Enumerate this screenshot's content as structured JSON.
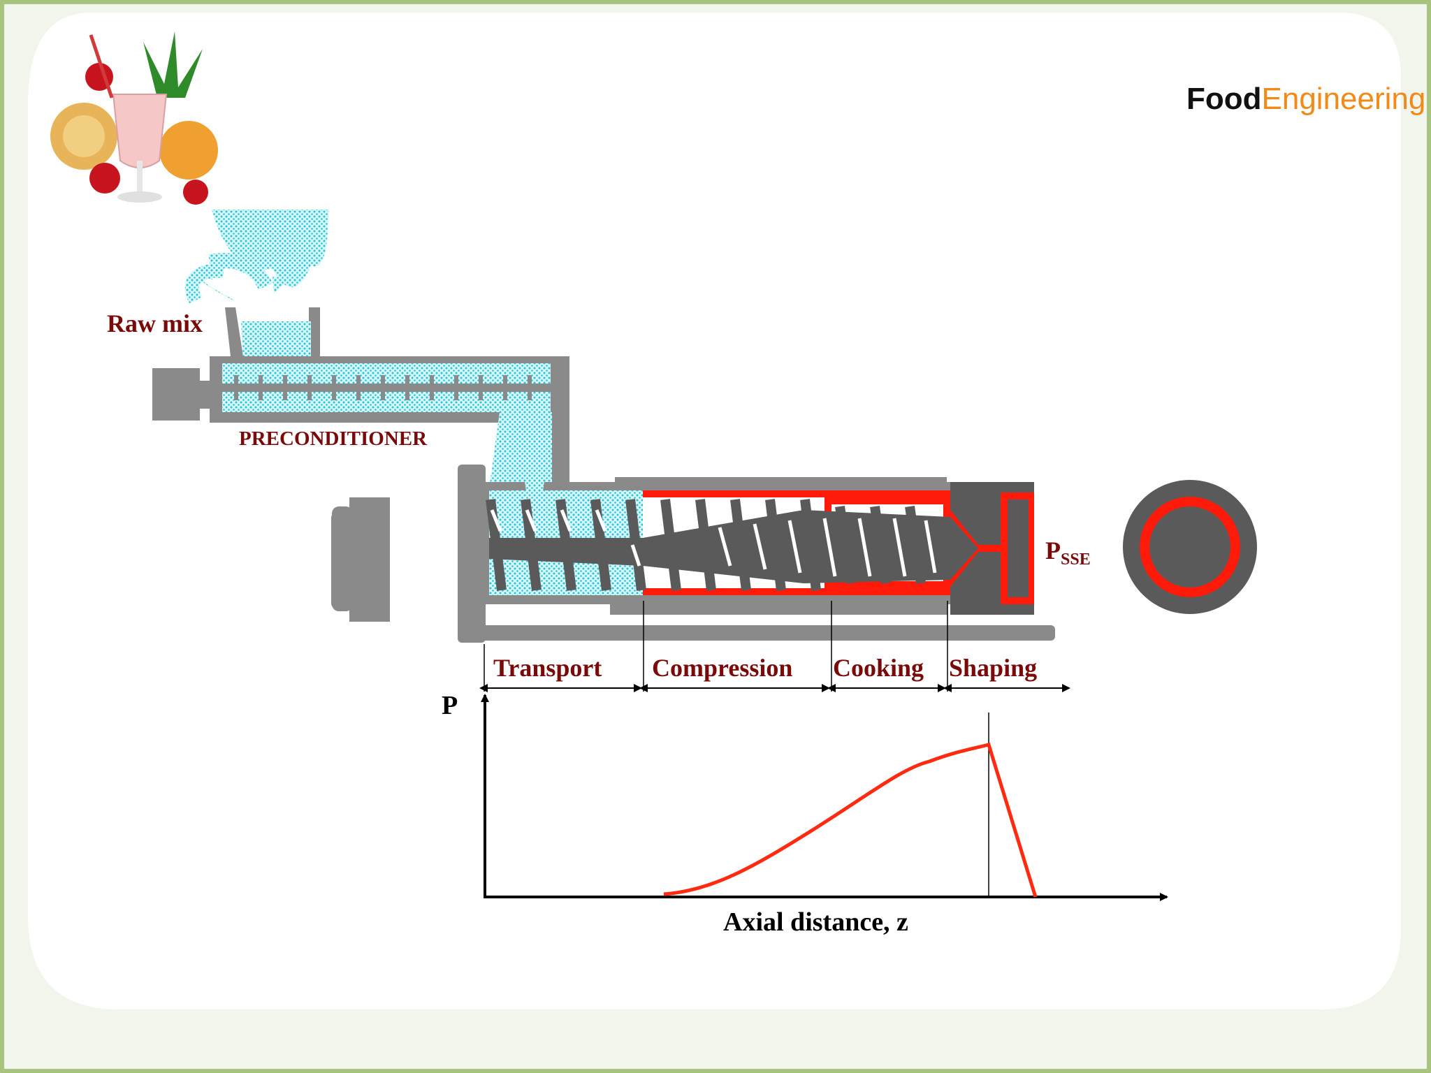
{
  "brand": {
    "part1": "Food",
    "part2": "Engineering"
  },
  "colors": {
    "border": "#a7c47f",
    "panel_bg": "#f1f5ec",
    "slide_bg": "#ffffff",
    "machine_gray": "#8a8a8a",
    "dark_gray": "#5a5a5a",
    "feed_cyan": "#3dd0df",
    "melt_red": "#ff1a0a",
    "label_red": "#7a0a0a",
    "curve_red": "#ff2a10",
    "brand_orange": "#f28a1a"
  },
  "labels": {
    "raw_mix": "Raw mix",
    "preconditioner": "PRECONDITIONER",
    "pressure_die": "P",
    "pressure_die_sub": "SSE",
    "zones": [
      "Transport",
      "Compression",
      "Cooking",
      "Shaping"
    ],
    "y_axis": "P",
    "x_axis": "Axial distance, z"
  },
  "icons": {
    "logo": "fruit-smoothie-icon"
  }
}
